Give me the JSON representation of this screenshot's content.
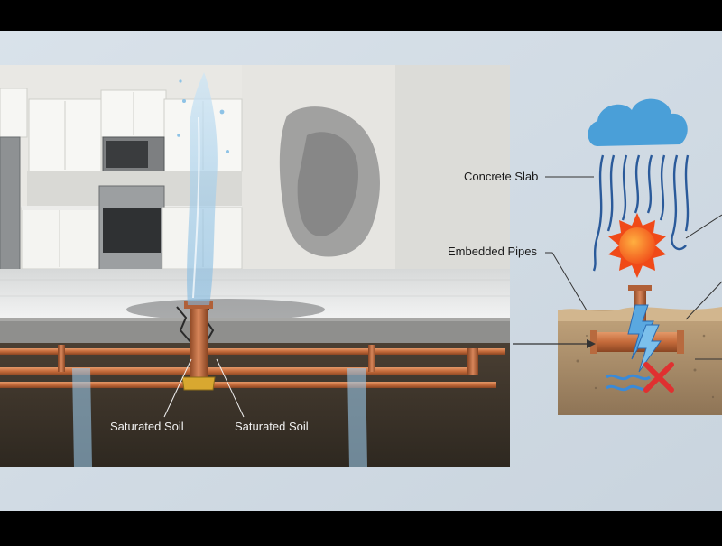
{
  "labels": {
    "concrete_slab": "Concrete Slab",
    "embedded_pipes": "Embedded Pipes",
    "saturated_soil_left": "Saturated Soil",
    "saturated_soil_right": "Saturated Soil"
  },
  "icons": [
    "cloud-icon",
    "rain-icon",
    "sun-icon",
    "lightning-crack-icon",
    "x-mark-icon",
    "water-waves-icon"
  ],
  "colors": {
    "copper": "#c46a3a",
    "cloud": "#4a9fd8",
    "sun": "#f06020",
    "x_mark": "#e03030",
    "soil": "#9a8060",
    "slab": "#9a9a98"
  }
}
